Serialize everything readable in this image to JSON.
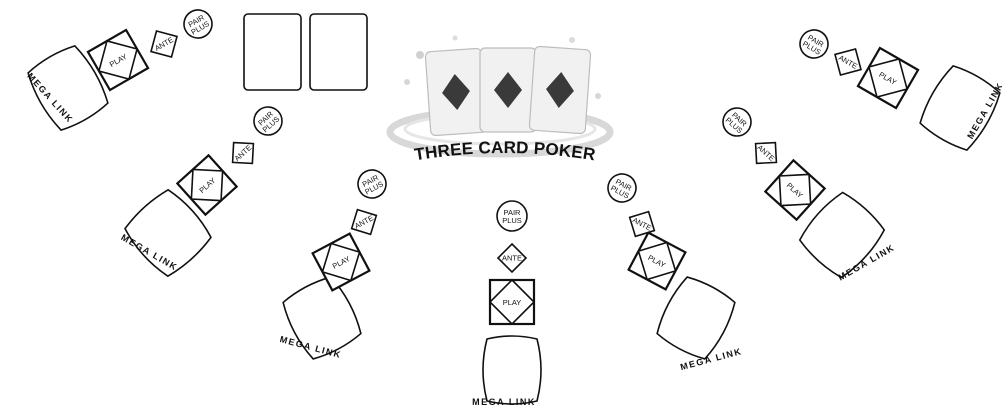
{
  "title": "THREE CARD POKER",
  "colors": {
    "line": "#111111",
    "card_face": "#f1f1f1",
    "suit": "#3a3a3a",
    "ring": "#d8d8d8"
  },
  "labels": {
    "pair_plus_1": "PAIR",
    "pair_plus_2": "PLUS",
    "ante": "ANTE",
    "play": "PLAY",
    "mega": "MEGA",
    "link": "LINK"
  },
  "seats": [
    {
      "id": 1
    },
    {
      "id": 2
    },
    {
      "id": 3
    },
    {
      "id": 4
    },
    {
      "id": 5
    },
    {
      "id": 6
    },
    {
      "id": 7
    }
  ],
  "logo": {
    "suit_icon": "diamond-icon",
    "card_count": 3
  },
  "dealer_card_slots": 2
}
